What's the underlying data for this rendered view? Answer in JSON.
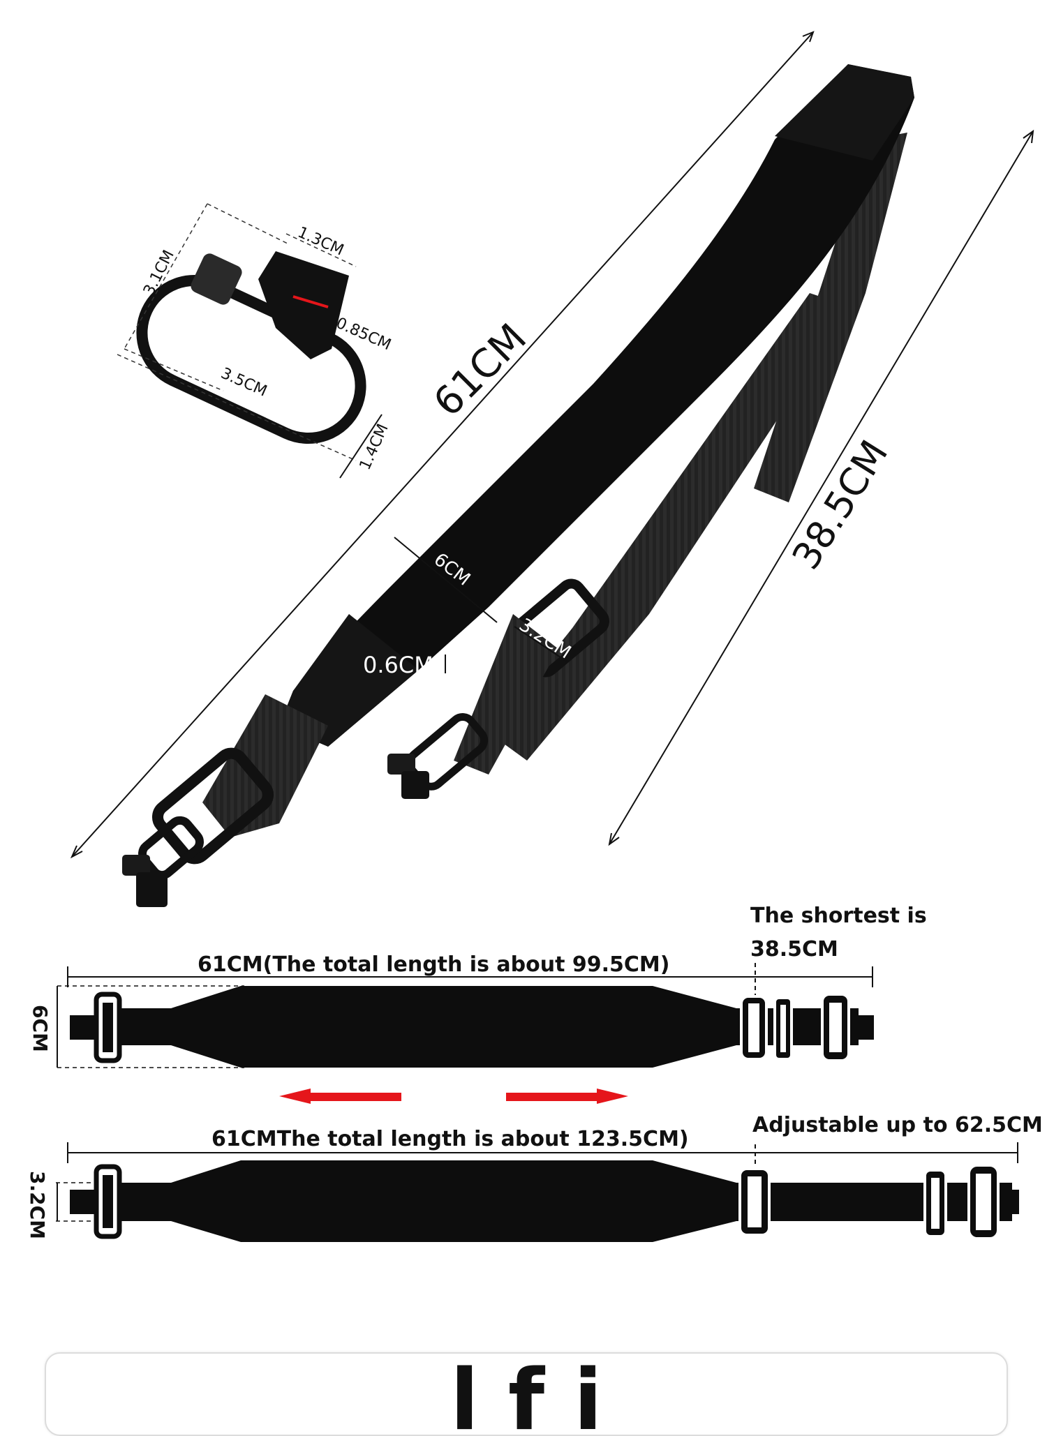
{
  "colors": {
    "strap": "#0d0d0d",
    "webbing": "#262626",
    "arrow": "#e5161b",
    "line": "#111111",
    "card_border": "#dcdcdc"
  },
  "photo": {
    "pad_length": "61CM",
    "strap_length": "38.5CM",
    "pad_width": "6CM",
    "pad_thickness": "0.6CM",
    "webbing_width": "3.2CM"
  },
  "swivel": {
    "height": "3.1CM",
    "top_width": "1.3CM",
    "gap": "0.85CM",
    "loop_width": "3.5CM",
    "loop_depth": "1.4CM"
  },
  "diagram_short": {
    "length_label": "61CM(The total length is about 99.5CM)",
    "width_label": "6CM",
    "note_line1": "The shortest is",
    "note_line2": "38.5CM"
  },
  "diagram_long": {
    "length_label": "61CMThe total length is about 123.5CM)",
    "width_label": "3.2CM",
    "note": "Adjustable up to 62.5CM"
  },
  "footer_card": {
    "title_partial": "l       f       i"
  }
}
